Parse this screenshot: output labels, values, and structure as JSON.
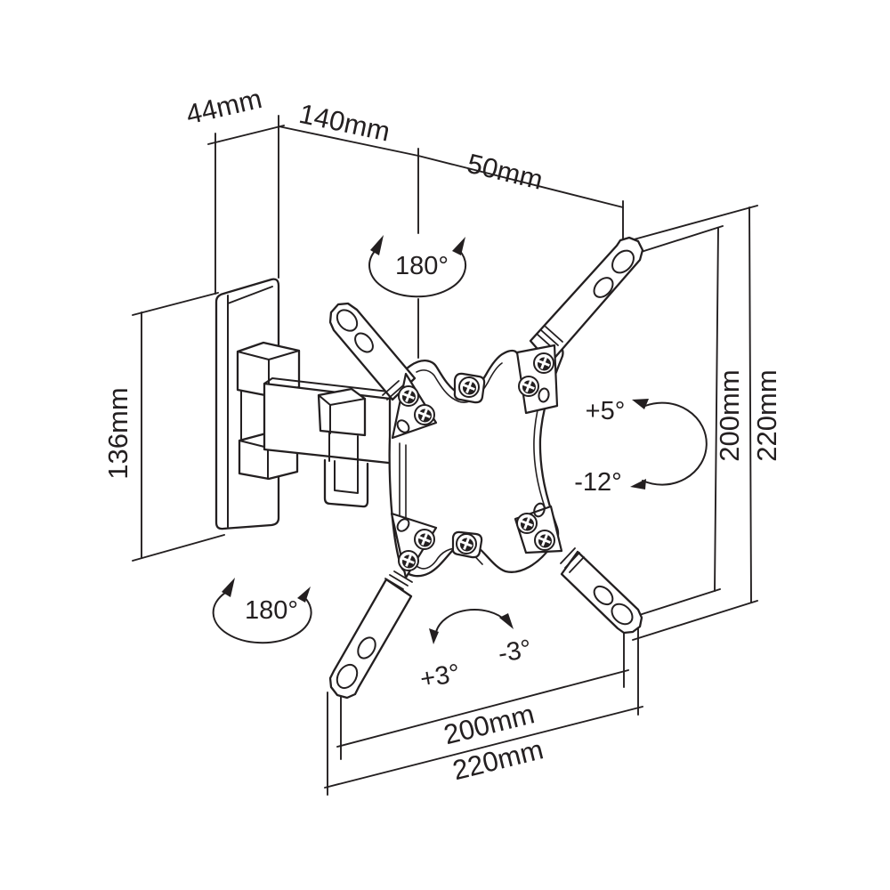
{
  "diagram": {
    "type": "technical-dimension-drawing",
    "subject": "Articulating TV wall mount bracket",
    "background_color": "#ffffff",
    "line_color": "#231f20",
    "labels": {
      "dim_top_wall_depth": "44mm",
      "dim_top_arm_length": "140mm",
      "dim_top_plate_offset": "50mm",
      "dim_left_height": "136mm",
      "dim_right_vesa_height": "200mm",
      "dim_right_plate_height": "220mm",
      "dim_bottom_vesa_width": "200mm",
      "dim_bottom_plate_width": "220mm",
      "angle_swivel_top": "180°",
      "angle_swivel_bottom": "180°",
      "angle_tilt_up": "+5°",
      "angle_tilt_down": "-12°",
      "angle_level_plus": "+3°",
      "angle_level_minus": "-3°"
    }
  }
}
